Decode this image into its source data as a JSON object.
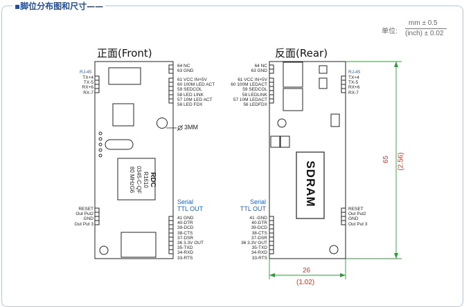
{
  "header": {
    "title": "脚位分布图和尺寸"
  },
  "unit": {
    "label": "单位:",
    "mm": "mm ± 0.5",
    "inch": "(inch) ± 0.02"
  },
  "front": {
    "title": "正面(Front)",
    "top_pins": [
      "64 NC",
      "63 GND"
    ],
    "mid_pins": [
      "61 VCC IN+5V",
      "60 100M LED ACT",
      "59 SEDCOL",
      "58 LED LINK",
      "57 10M LED ACT",
      "56 LED FDX"
    ],
    "rj45_label": "RJ-45",
    "rj45_pins": [
      "TX+4",
      "TX-5",
      "RX+6",
      "RX-7"
    ],
    "hole_label": "3MM",
    "chip_lines": [
      "RDC",
      "R1610",
      "0345-C-QF",
      "80 MHzG6"
    ],
    "serial_label_1": "Serial",
    "serial_label_2": "TTL OUT",
    "left_pins": [
      "RESET",
      "Out Put2",
      "GND",
      "Out Put 3"
    ],
    "ttl_pins": [
      "41 GND",
      "40-DTR",
      "39-DCD",
      "38-CTS",
      "37-DSR",
      "36 3.3V OUT",
      "35-TXD",
      "34-RXD",
      "33-RTS"
    ]
  },
  "rear": {
    "title": "反面(Rear)",
    "top_pins": [
      "64 NC",
      "63 GND"
    ],
    "mid_pins": [
      "61 VCC IN+5V",
      "60 100M LEDACT",
      "59 SEDCOL",
      "58 LEDLINK",
      "57 10M LEDACT",
      "56 LEDFDX"
    ],
    "rj45_label": "RJ-45",
    "rj45_pins": [
      "TX+4",
      "TX-5",
      "RX+6",
      "RX-7"
    ],
    "sdram_label": "SDRAM",
    "serial_label_1": "Serial",
    "serial_label_2": "TTL OUT",
    "right_pins": [
      "RESET",
      "Out Put2",
      "GND",
      "Out Put 3"
    ],
    "ttl_pins": [
      "41 -GND",
      "40-DTR",
      "39-DCD",
      "38-CTS",
      "37-DSR",
      "36 3.3V OUT",
      "35-TXD",
      "34-RXD",
      "33-RTS"
    ]
  },
  "dimensions": {
    "height_mm": "65",
    "height_in": "(2.56)",
    "width_mm": "26",
    "width_in": "(1.02)",
    "dim_color": "#c0392b",
    "line_color": "#2e9a3a"
  }
}
